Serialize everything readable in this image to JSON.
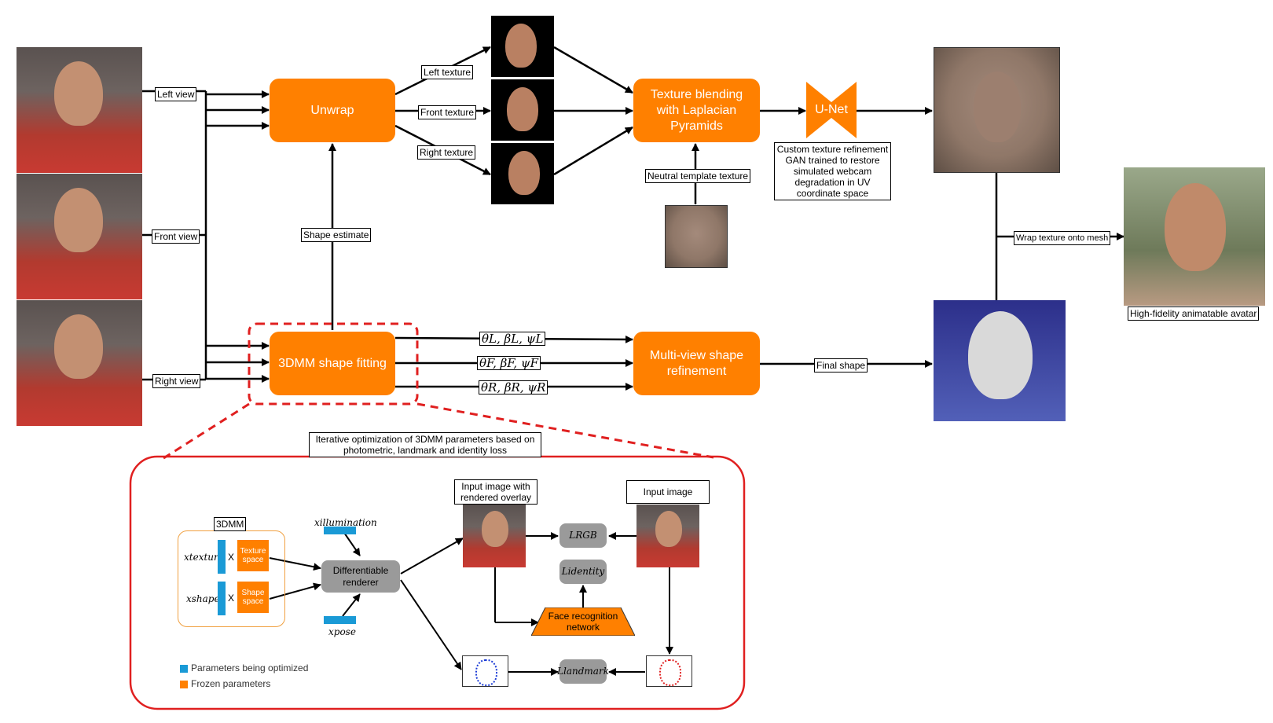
{
  "views": {
    "left": "Left view",
    "front": "Front view",
    "right": "Right view"
  },
  "nodes": {
    "unwrap": "Unwrap",
    "texture_blending": "Texture blending with Laplacian Pyramids",
    "unet": "U-Net",
    "shape_fitting": "3DMM shape fitting",
    "multiview": "Multi-view shape refinement"
  },
  "labels": {
    "left_texture": "Left texture",
    "front_texture": "Front texture",
    "right_texture": "Right texture",
    "neutral_template": "Neutral template texture",
    "shape_estimate": "Shape estimate",
    "unet_caption": "Custom texture refinement GAN trained to restore simulated webcam degradation in UV coordinate space",
    "wrap_texture": "Wrap texture onto mesh",
    "final_shape": "Final shape",
    "avatar": "High-fidelity animatable avatar",
    "param_left": "θL, βL, ψL",
    "param_front": "θF, βF, ψF",
    "param_right": "θR, βR, ψR"
  },
  "detail": {
    "caption": "Iterative optimization of 3DMM parameters based on photometric, landmark and identity loss",
    "three_dmm": "3DMM",
    "x_texture": "xtexture",
    "x_shape": "xshape",
    "x_illumination": "xillumination",
    "x_pose": "xpose",
    "times1": "X",
    "times2": "X",
    "texture_space": "Texture space",
    "shape_space": "Shape space",
    "renderer": "Differentiable renderer",
    "overlay_label": "Input image with rendered overlay",
    "input_label": "Input image",
    "l_rgb": "LRGB",
    "l_identity": "Lidentity",
    "l_landmark": "Llandmark",
    "face_recog": "Face recognition network",
    "legend_optimized": "Parameters being optimized",
    "legend_frozen": "Frozen parameters"
  },
  "colors": {
    "accent_orange": "#ff8000",
    "param_blue": "#1a9ad6",
    "highlight_red": "#e02020",
    "loss_gray": "#9a9a9a"
  }
}
